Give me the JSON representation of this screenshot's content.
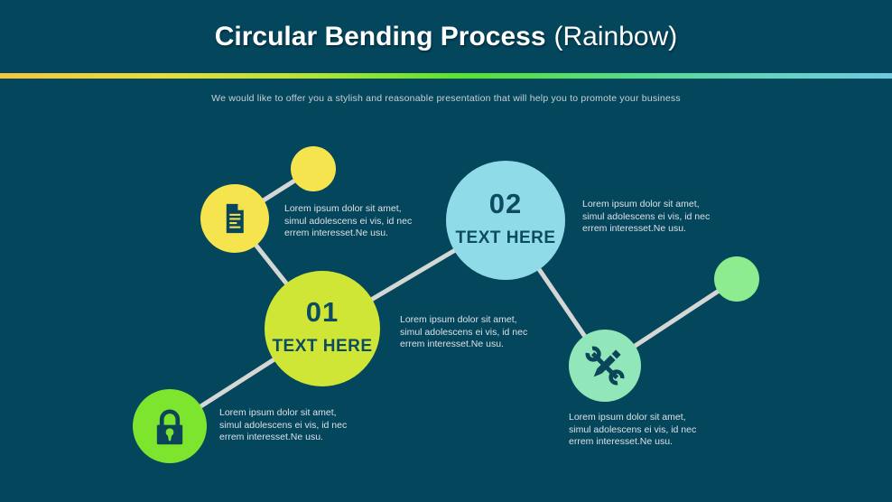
{
  "header": {
    "title": "Circular Bending Process",
    "title_suffix": "(Rainbow)",
    "subtitle": "We would like to offer you a stylish and reasonable presentation that will help you to promote your business"
  },
  "colors": {
    "background": "#04465c",
    "accent_gradient_left": "#f5c63e",
    "accent_gradient_middle": "#55e42f",
    "accent_gradient_right": "#6fc9de",
    "node_yellow": "#f6e44f",
    "node_lime": "#cfe636",
    "node_cyan": "#8fdce8",
    "node_green": "#7ee52e",
    "node_mint": "#92e7ba",
    "node_light_green": "#8deb90",
    "connector_gray": "#d5d7d5",
    "dark_navy": "#0d4b63",
    "note_text": "#dce1e4"
  },
  "diagram": {
    "steps": [
      {
        "number": "01",
        "label": "TEXT HERE"
      },
      {
        "number": "02",
        "label": "TEXT HERE"
      }
    ],
    "icons": [
      {
        "name": "document-icon"
      },
      {
        "name": "lock-icon"
      },
      {
        "name": "tools-icon"
      }
    ],
    "notes": [
      {
        "lines": [
          "Lorem ipsum dolor sit amet,",
          "simul adolescens ei vis, id nec",
          "errem interesset.Ne usu."
        ]
      },
      {
        "lines": [
          "Lorem ipsum dolor sit amet,",
          "simul adolescens ei vis, id nec",
          "errem interesset.Ne usu."
        ]
      },
      {
        "lines": [
          "Lorem ipsum dolor sit amet,",
          "simul adolescens ei vis, id nec",
          "errem interesset.Ne usu."
        ]
      },
      {
        "lines": [
          "Lorem ipsum dolor sit amet,",
          "simul adolescens ei vis, id nec",
          "errem interesset.Ne usu."
        ]
      },
      {
        "lines": [
          "Lorem ipsum dolor sit amet,",
          "simul adolescens ei vis, id nec",
          "errem interesset.Ne usu."
        ]
      }
    ]
  }
}
